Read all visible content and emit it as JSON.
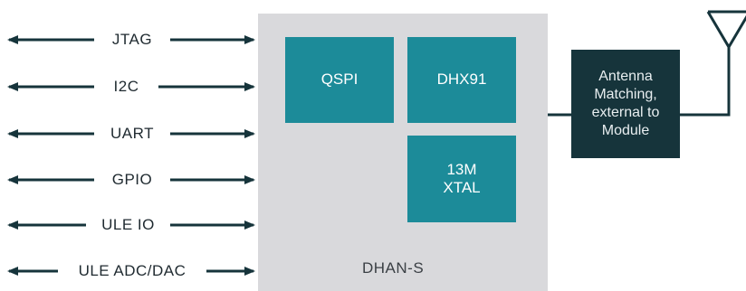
{
  "module": {
    "label": "DHAN-S",
    "blocks": {
      "qspi": "QSPI",
      "dhx91": "DHX91",
      "xtal_line1": "13M",
      "xtal_line2": "XTAL"
    }
  },
  "interfaces": [
    {
      "label": "JTAG"
    },
    {
      "label": "I2C"
    },
    {
      "label": "UART"
    },
    {
      "label": "GPIO"
    },
    {
      "label": "ULE IO"
    },
    {
      "label": "ULE ADC/DAC"
    }
  ],
  "antenna_matching": {
    "lines": [
      "Antenna",
      "Matching,",
      "external to",
      "Module"
    ]
  },
  "colors": {
    "module_bg": "#d9d9dc",
    "block_teal": "#1c8b99",
    "antenna_box": "#16343b",
    "line": "#16343b"
  }
}
